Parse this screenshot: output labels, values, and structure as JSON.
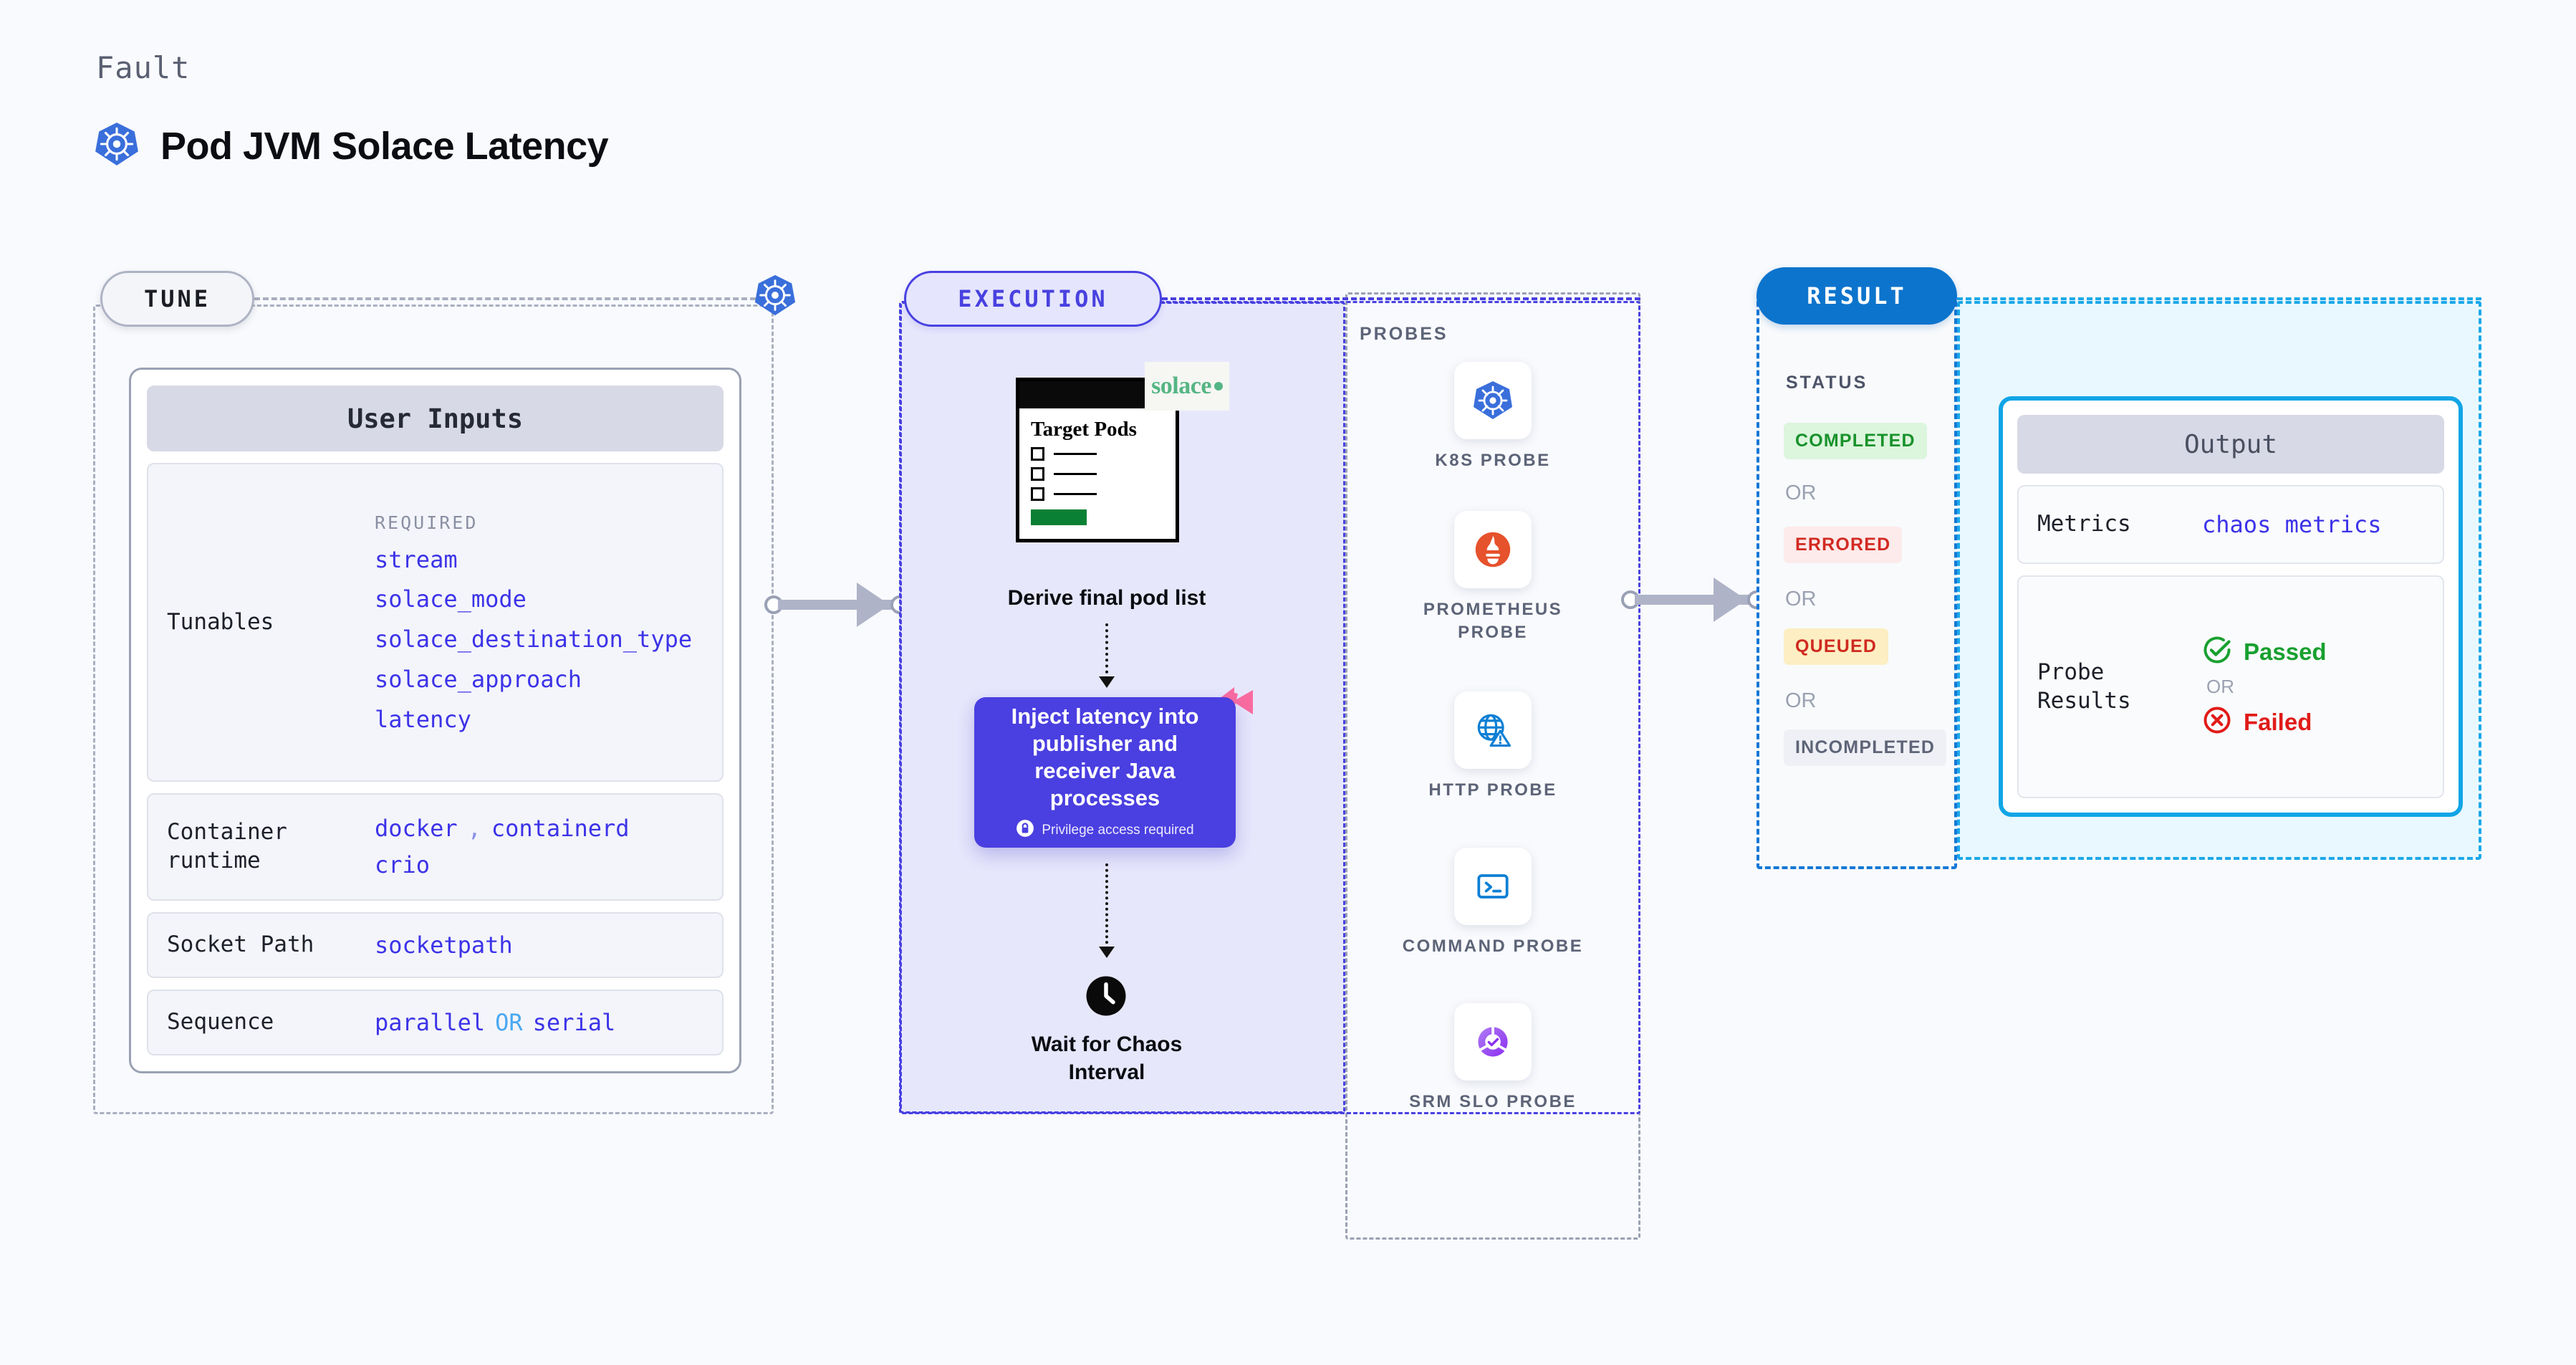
{
  "header": {
    "eyebrow": "Fault",
    "title": "Pod JVM Solace Latency",
    "icon": "kubernetes-icon"
  },
  "tune": {
    "pill_label": "TUNE",
    "card_title": "User Inputs",
    "required_caption": "REQUIRED",
    "rows": [
      {
        "label": "Tunables",
        "values": [
          "stream",
          "solace_mode",
          "solace_destination_type",
          "solace_approach",
          "latency"
        ]
      },
      {
        "label": "Container runtime",
        "values": [
          "docker",
          "containerd",
          "crio"
        ],
        "separator": ","
      },
      {
        "label": "Socket Path",
        "values": [
          "socketpath"
        ]
      },
      {
        "label": "Sequence",
        "values": [
          "parallel",
          "serial"
        ],
        "separator": "OR"
      }
    ]
  },
  "execution": {
    "pill_label": "EXECUTION",
    "steps": [
      {
        "caption": "Derive final pod list",
        "card_title": "Target Pods",
        "badge": "solace"
      },
      {
        "caption": "Inject latency into publisher and receiver Java processes",
        "note": "Privilege access required",
        "note_icon": "lock-icon"
      },
      {
        "caption": "Wait for Chaos Interval",
        "icon": "clock-icon"
      }
    ],
    "probes_caption": "PROBES",
    "probes": [
      {
        "label": "K8S PROBE",
        "icon": "kubernetes-icon"
      },
      {
        "label": "PROMETHEUS PROBE",
        "icon": "prometheus-icon"
      },
      {
        "label": "HTTP PROBE",
        "icon": "http-globe-icon"
      },
      {
        "label": "COMMAND PROBE",
        "icon": "terminal-icon"
      },
      {
        "label": "SRM SLO PROBE",
        "icon": "srm-slo-icon"
      }
    ]
  },
  "result": {
    "pill_label": "RESULT",
    "status_caption": "STATUS",
    "or_label": "OR",
    "statuses": [
      {
        "label": "COMPLETED",
        "tone": "green"
      },
      {
        "label": "ERRORED",
        "tone": "red"
      },
      {
        "label": "QUEUED",
        "tone": "amber"
      },
      {
        "label": "INCOMPLETED",
        "tone": "gray"
      }
    ],
    "output": {
      "title": "Output",
      "metrics_label": "Metrics",
      "metrics_value": "chaos metrics",
      "probe_results_label": "Probe Results",
      "passed_label": "Passed",
      "failed_label": "Failed",
      "or_label": "OR"
    }
  },
  "colors": {
    "accent_purple": "#4a3fe0",
    "accent_blue": "#0d74cd",
    "accent_cyan": "#11a5e6",
    "mono_blue": "#3c33e8",
    "green": "#18a02f",
    "red": "#e01b18",
    "pink": "#fa6ca0"
  }
}
